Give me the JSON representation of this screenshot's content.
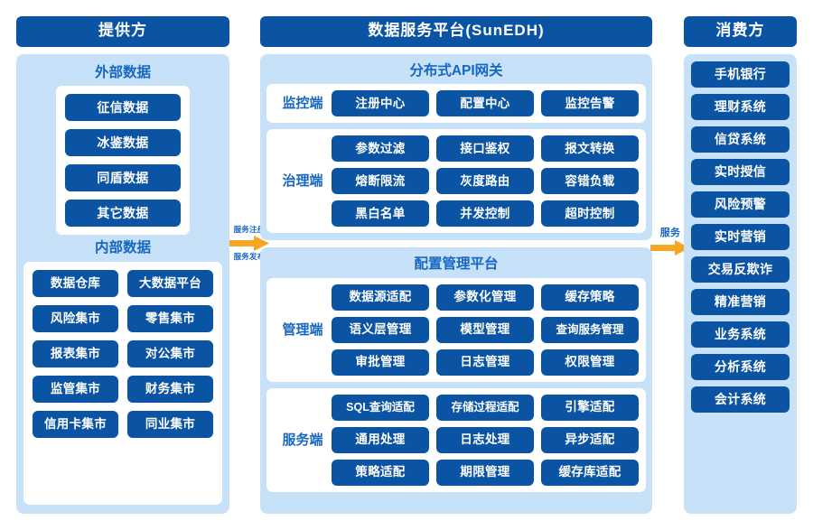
{
  "provider": {
    "header": "提供方",
    "external": {
      "title": "外部数据",
      "items": [
        "征信数据",
        "冰鉴数据",
        "同盾数据",
        "其它数据"
      ]
    },
    "internal": {
      "title": "内部数据",
      "items": [
        "数据仓库",
        "大数据平台",
        "风险集市",
        "零售集市",
        "报表集市",
        "对公集市",
        "监管集市",
        "财务集市",
        "信用卡集市",
        "同业集市"
      ]
    }
  },
  "platform": {
    "header": "数据服务平台(SunEDH)",
    "sections": [
      {
        "title": "分布式API网关",
        "rows": [
          {
            "label": "监控端",
            "items": [
              "注册中心",
              "配置中心",
              "监控告警"
            ]
          },
          {
            "label": "治理端",
            "items": [
              "参数过滤",
              "接口鉴权",
              "报文转换",
              "熔断限流",
              "灰度路由",
              "容错负载",
              "黑白名单",
              "并发控制",
              "超时控制"
            ]
          }
        ]
      },
      {
        "title": "配置管理平台",
        "rows": [
          {
            "label": "管理端",
            "items": [
              "数据源适配",
              "参数化管理",
              "缓存策略",
              "语义层管理",
              "模型管理",
              "查询服务管理",
              "审批管理",
              "日志管理",
              "权限管理"
            ]
          },
          {
            "label": "服务端",
            "items": [
              "SQL查询适配",
              "存储过程适配",
              "引擎适配",
              "通用处理",
              "日志处理",
              "异步适配",
              "策略适配",
              "期限管理",
              "缓存库适配"
            ]
          }
        ]
      }
    ]
  },
  "consumer": {
    "header": "消费方",
    "items": [
      "手机银行",
      "理财系统",
      "信贷系统",
      "实时授信",
      "风险预警",
      "实时营销",
      "交易反欺诈",
      "精准营销",
      "业务系统",
      "分析系统",
      "会计系统"
    ]
  },
  "arrows": {
    "left": {
      "top_label": "服务注册",
      "bottom_label": "服务发布",
      "icon": "arrow-right-icon"
    },
    "right": {
      "top_label": "服务",
      "bottom_label": "",
      "icon": "arrow-right-icon"
    }
  },
  "colors": {
    "header_blue": "#0b54a4",
    "panel_blue": "#c7e2f8",
    "title_blue": "#1767c0",
    "pill_blue": "#0b54a4",
    "arrow_orange": "#f5a623",
    "white": "#ffffff"
  }
}
